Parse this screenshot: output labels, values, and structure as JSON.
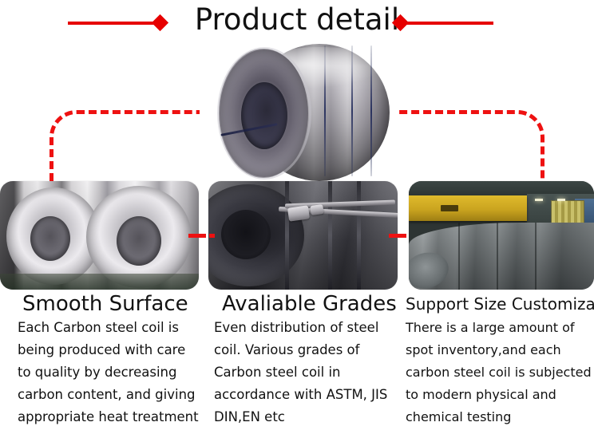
{
  "title": {
    "text": "Product detail",
    "accent_color": "#e60000",
    "left_rule": "horizontal-rule",
    "left_diamond": "diamond-marker",
    "right_diamond": "diamond-marker",
    "right_rule": "horizontal-rule"
  },
  "hero": {
    "caption": "",
    "image_alt": "steel-coil-hero"
  },
  "connector": {
    "color": "#ee1111",
    "style": "dashed"
  },
  "panels": [
    {
      "id": "smooth-surface",
      "image_alt": "bright-steel-coils-stacked",
      "heading": "Smooth Surface",
      "body": "Each Carbon steel coil is being produced with care to quality by decreasing carbon content, and giving appropriate heat treatment"
    },
    {
      "id": "avaliable-grades",
      "image_alt": "dark-steel-coil-with-straps",
      "heading": "Avaliable Grades",
      "body": "Even distribution of steel coil. Various grades of Carbon steel coil in accordance with ASTM, JIS DIN,EN etc"
    },
    {
      "id": "support-size-customization",
      "image_alt": "factory-line-with-yellow-crane",
      "heading": "Support Size Customization",
      "body": "There is a large amount of spot inventory,and each carbon steel coil is subjected to modern physical and chemical testing"
    }
  ]
}
